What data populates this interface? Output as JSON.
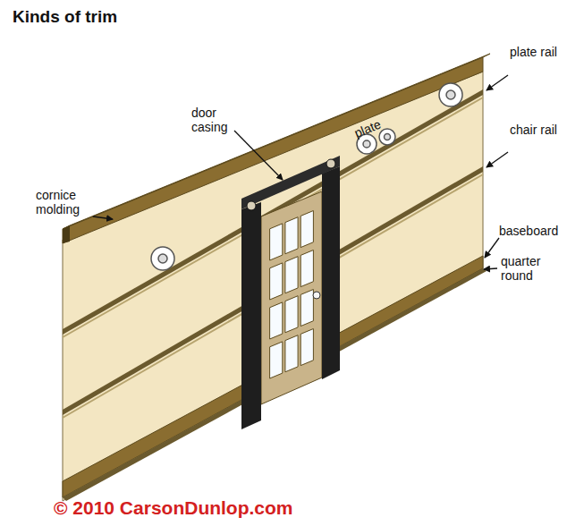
{
  "diagram": {
    "title": "Kinds of trim",
    "labels": [
      "cornice molding",
      "door casing",
      "plate",
      "plate rail",
      "chair rail",
      "baseboard",
      "quarter round",
      "© 2010 CarsonDunlop.com"
    ]
  }
}
